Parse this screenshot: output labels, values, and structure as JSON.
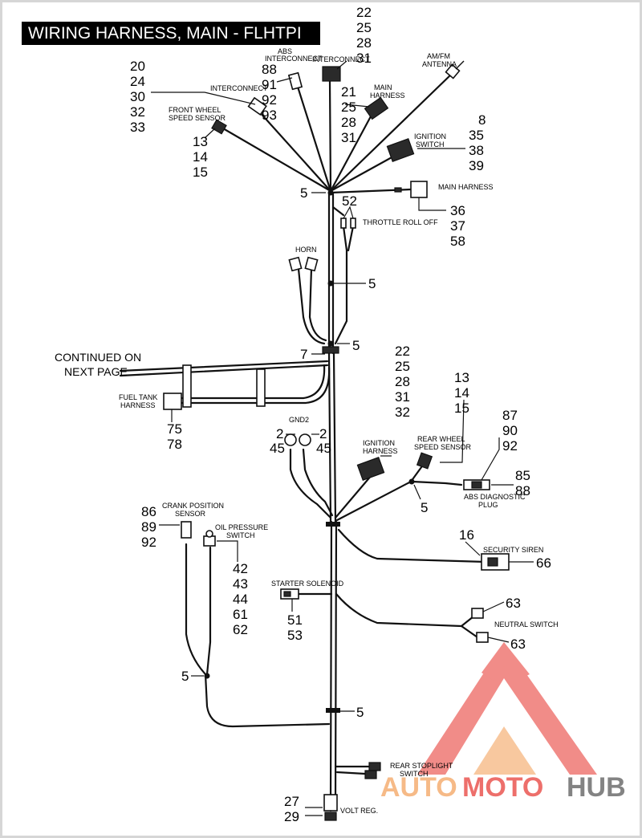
{
  "title": "WIRING HARNESS, MAIN - FLHTPI",
  "labels": {
    "front_wheel_speed_sensor": [
      "FRONT WHEEL",
      "SPEED SENSOR"
    ],
    "interconnect_left": "INTERCONNECT",
    "abs_interconnect": [
      "ABS",
      "INTERCONNECT"
    ],
    "interconnect_top": "INTERCONNECT",
    "am_fm_antenna": [
      "AM/FM",
      "ANTENNA"
    ],
    "main_harness_top": [
      "MAIN",
      "HARNESS"
    ],
    "ignition_switch": [
      "IGNITION",
      "SWITCH"
    ],
    "main_harness_right": "MAIN HARNESS",
    "throttle_roll_off": "THROTTLE ROLL OFF",
    "horn": "HORN",
    "continued": [
      "CONTINUED ON",
      "NEXT PAGE"
    ],
    "fuel_tank_harness": [
      "FUEL TANK",
      "HARNESS"
    ],
    "gnd2": "GND2",
    "ignition_harness": [
      "IGNITION",
      "HARNESS"
    ],
    "rear_wheel_speed_sensor": [
      "REAR WHEEL",
      "SPEED SENSOR"
    ],
    "abs_diagnostic_plug": [
      "ABS DIAGNOSTIC",
      "PLUG"
    ],
    "crank_position_sensor": [
      "CRANK POSITION",
      "SENSOR"
    ],
    "oil_pressure_switch": [
      "OIL PRESSURE",
      "SWITCH"
    ],
    "security_siren": "SECURITY SIREN",
    "starter_solenoid": "STARTER SOLENOID",
    "neutral_switch": "NEUTRAL SWITCH",
    "rear_stoplight_switch": [
      "REAR STOPLIGHT",
      "SWITCH"
    ],
    "volt_reg": "VOLT REG."
  },
  "callouts": {
    "top_interconnect": [
      "22",
      "25",
      "28",
      "31"
    ],
    "left_group": [
      "20",
      "24",
      "30",
      "32",
      "33"
    ],
    "abs_interconnect": [
      "88",
      "91",
      "92",
      "93"
    ],
    "main_harness_top": [
      "21",
      "25",
      "28",
      "31"
    ],
    "ignition_switch": [
      "8",
      "35",
      "38",
      "39"
    ],
    "front_wheel": [
      "13",
      "14",
      "15"
    ],
    "clip_upper": "5",
    "main_harness_right": [
      "36",
      "37",
      "58"
    ],
    "throttle": "52",
    "clip_mid": "5",
    "clip_junction": "5",
    "clip_seven": "7",
    "fuel_tank": [
      "75",
      "78"
    ],
    "ignition_harness": [
      "22",
      "25",
      "28",
      "31",
      "32"
    ],
    "rear_wheel": [
      "13",
      "14",
      "15"
    ],
    "abs_diag_upper": [
      "87",
      "90",
      "92"
    ],
    "abs_diag_lower": [
      "85",
      "88"
    ],
    "gnd_left_top": "2",
    "gnd_left_bottom": "45",
    "gnd_right_top": "2",
    "gnd_right_bottom": "45",
    "clip_rear_branch": "5",
    "crank": [
      "86",
      "89",
      "92"
    ],
    "oil_pressure": [
      "42",
      "43",
      "44",
      "61",
      "62"
    ],
    "siren_top": "16",
    "siren_right": "66",
    "starter": [
      "51",
      "53"
    ],
    "neutral_top": "63",
    "neutral_bottom": "63",
    "clip_lower_left": "5",
    "clip_lower": "5",
    "volt_reg": [
      "27",
      "29"
    ]
  },
  "watermark": {
    "part1": "AUTO",
    "part2": "MOTO",
    "part3": "HUB",
    "colors": {
      "orange": "#f4a460",
      "red": "#e8403a",
      "gray": "#5a5a5a"
    }
  }
}
